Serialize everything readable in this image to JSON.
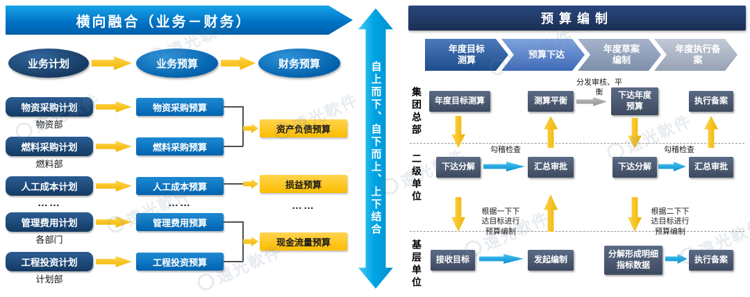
{
  "watermark": {
    "text": "遠光軟件"
  },
  "colors": {
    "primary_blue": "#0070C0",
    "navy": "#17375E",
    "banner_navy": "#1F3864",
    "yellow": "#FFC000",
    "cyan": "#00B0F0",
    "slate": "#44546A",
    "gray_arrow": "#A6A6A6"
  },
  "left_panel": {
    "banner": "横向融合（业务－财务）",
    "flow": [
      "业务计划",
      "业务预算",
      "财务预算"
    ],
    "rows": [
      {
        "plan": "物资采购计划",
        "dept": "物资部",
        "budget": "物资采购预算"
      },
      {
        "plan": "燃料采购计划",
        "dept": "燃料部",
        "budget": "燃料采购预算"
      },
      {
        "plan": "人工成本计划",
        "dept": "",
        "budget": "人工成本预算"
      },
      {
        "plan": "管理费用计划",
        "dept": "各部门",
        "budget": "管理费用预算"
      },
      {
        "plan": "工程投资计划",
        "dept": "计划部",
        "budget": "工程投资预算"
      }
    ],
    "ellipsis": "……",
    "financial_budgets": [
      "资产负债预算",
      "损益预算",
      "现金流量预算"
    ]
  },
  "center_arrow": {
    "text": "自上而下、自下而上、上下结合"
  },
  "right_panel": {
    "banner": "预算编制",
    "phases": [
      "年度目标测算",
      "预算下达",
      "年度草案编制",
      "年度执行备案"
    ],
    "org_levels": [
      "集团总部",
      "二级单位",
      "基层单位"
    ],
    "hq_row": {
      "target_calc": "年度目标测算",
      "balance": "测算平衡",
      "note": "分发审核、平衡",
      "issue_budget": "下达年度预算",
      "filing": "执行备案"
    },
    "l2_row": {
      "decompose1": "下达分解",
      "check1": "勾稽检查",
      "approve1": "汇总审批",
      "decompose2": "下达分解",
      "check2": "勾稽检查",
      "approve2": "汇总审批"
    },
    "base_row": {
      "receive": "接收目标",
      "note1": "根据一下下达目标进行预算编制",
      "initiate": "发起编制",
      "detail": "分解形成明细指标数据",
      "note2": "根据二下下达目标进行预算编制",
      "filing": "执行备案"
    }
  }
}
